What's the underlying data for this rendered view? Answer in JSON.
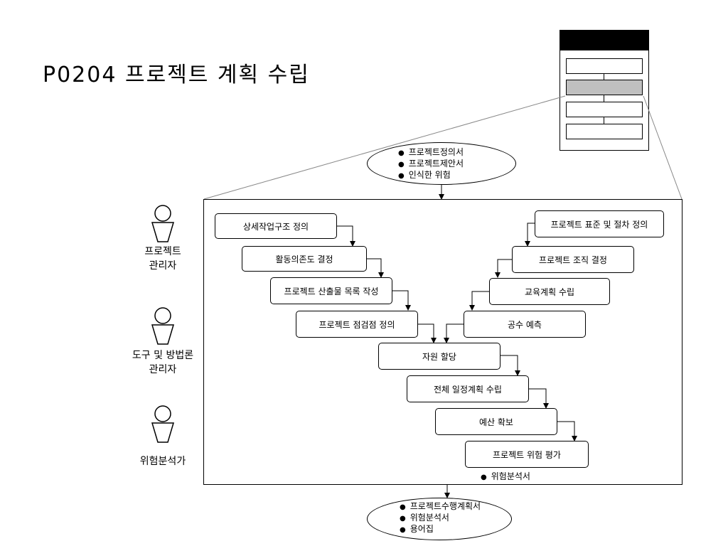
{
  "title": "P0204 프로젝트 계획 수립",
  "inputs": [
    "프로젝트정의서",
    "프로젝트제안서",
    "인식한 위험"
  ],
  "outputs": [
    "프로젝트수행계획서",
    "위험분석서",
    "용어집"
  ],
  "actors": [
    {
      "id": "pm",
      "label_lines": [
        "프로젝트",
        "관리자"
      ]
    },
    {
      "id": "tools",
      "label_lines": [
        "도구 및 방법론",
        "관리자"
      ]
    },
    {
      "id": "risk",
      "label_lines": [
        "위험분석가"
      ]
    }
  ],
  "left_chain": [
    "상세작업구조 정의",
    "활동의존도 결정",
    "프로젝트 산출물 목록 작성",
    "프로젝트 점검점 정의"
  ],
  "right_chain": [
    "프로젝트 표준 및 절차 정의",
    "프로젝트 조직 결정",
    "교육계획 수립",
    "공수 예측"
  ],
  "bottom_chain": [
    "자원 할당",
    "전체 일정계획 수립",
    "예산 확보",
    "프로젝트 위험 평가"
  ],
  "risk_output": "위험분석서"
}
